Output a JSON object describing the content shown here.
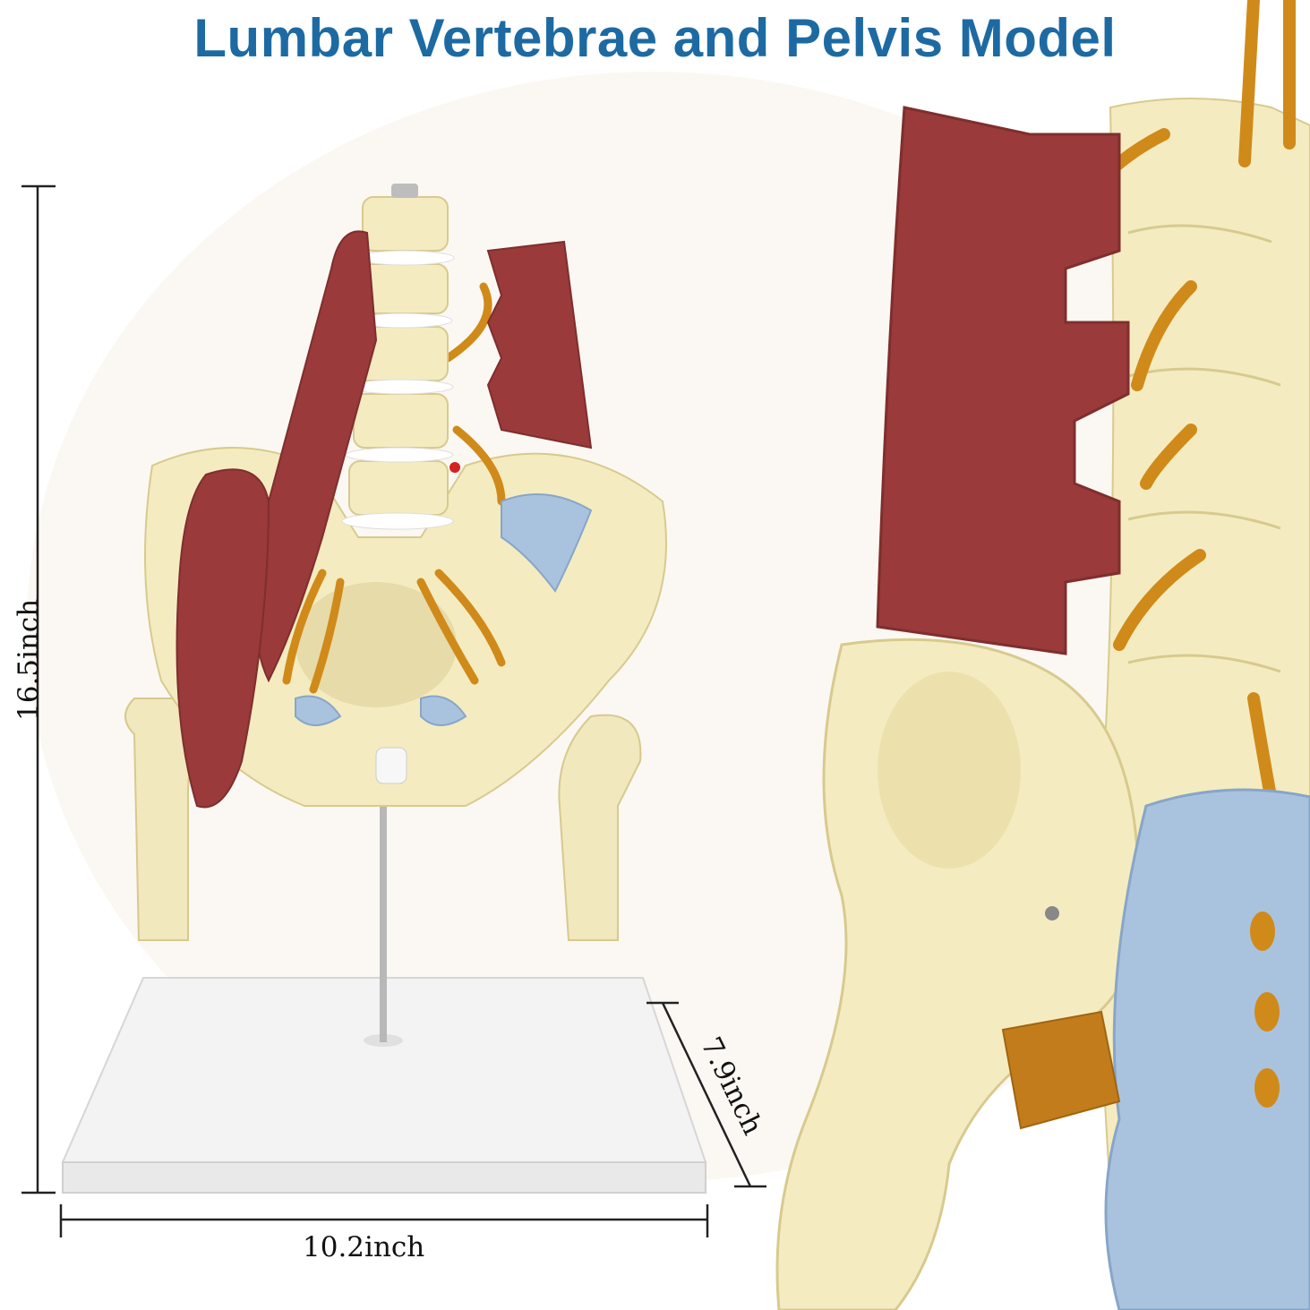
{
  "title": "Lumbar Vertebrae and Pelvis Model",
  "dimensions": {
    "height": "16.5inch",
    "width": "10.2inch",
    "depth": "7.9inch"
  },
  "colors": {
    "title": "#1d6aa3",
    "bone": "#f4ecc0",
    "muscle": "#9a3a3a",
    "nerve": "#d08a1a",
    "ligament": "#a9c3df",
    "base": "#f6f6f6"
  }
}
